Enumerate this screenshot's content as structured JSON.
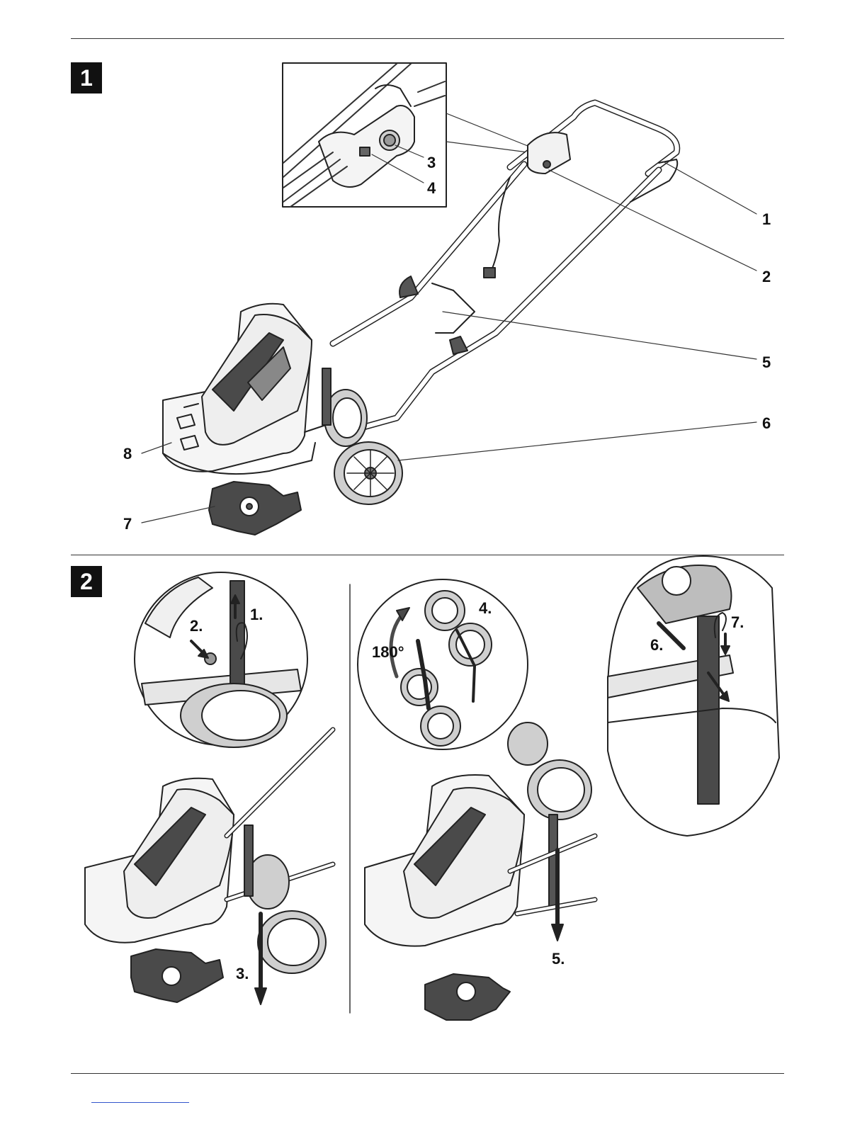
{
  "figure1": {
    "badge": "1",
    "callouts": [
      "1",
      "2",
      "3",
      "4",
      "5",
      "6",
      "7",
      "8"
    ]
  },
  "figure2": {
    "badge": "2",
    "steps": [
      "1.",
      "2.",
      "3.",
      "4.",
      "5.",
      "6.",
      "7."
    ],
    "rotation_label": "180°"
  },
  "colors": {
    "ink": "#111111",
    "line": "#333333",
    "badge_bg": "#111111",
    "shade_light": "#e6e6e6",
    "shade_mid": "#bdbdbd",
    "shade_dark": "#4a4a4a"
  }
}
